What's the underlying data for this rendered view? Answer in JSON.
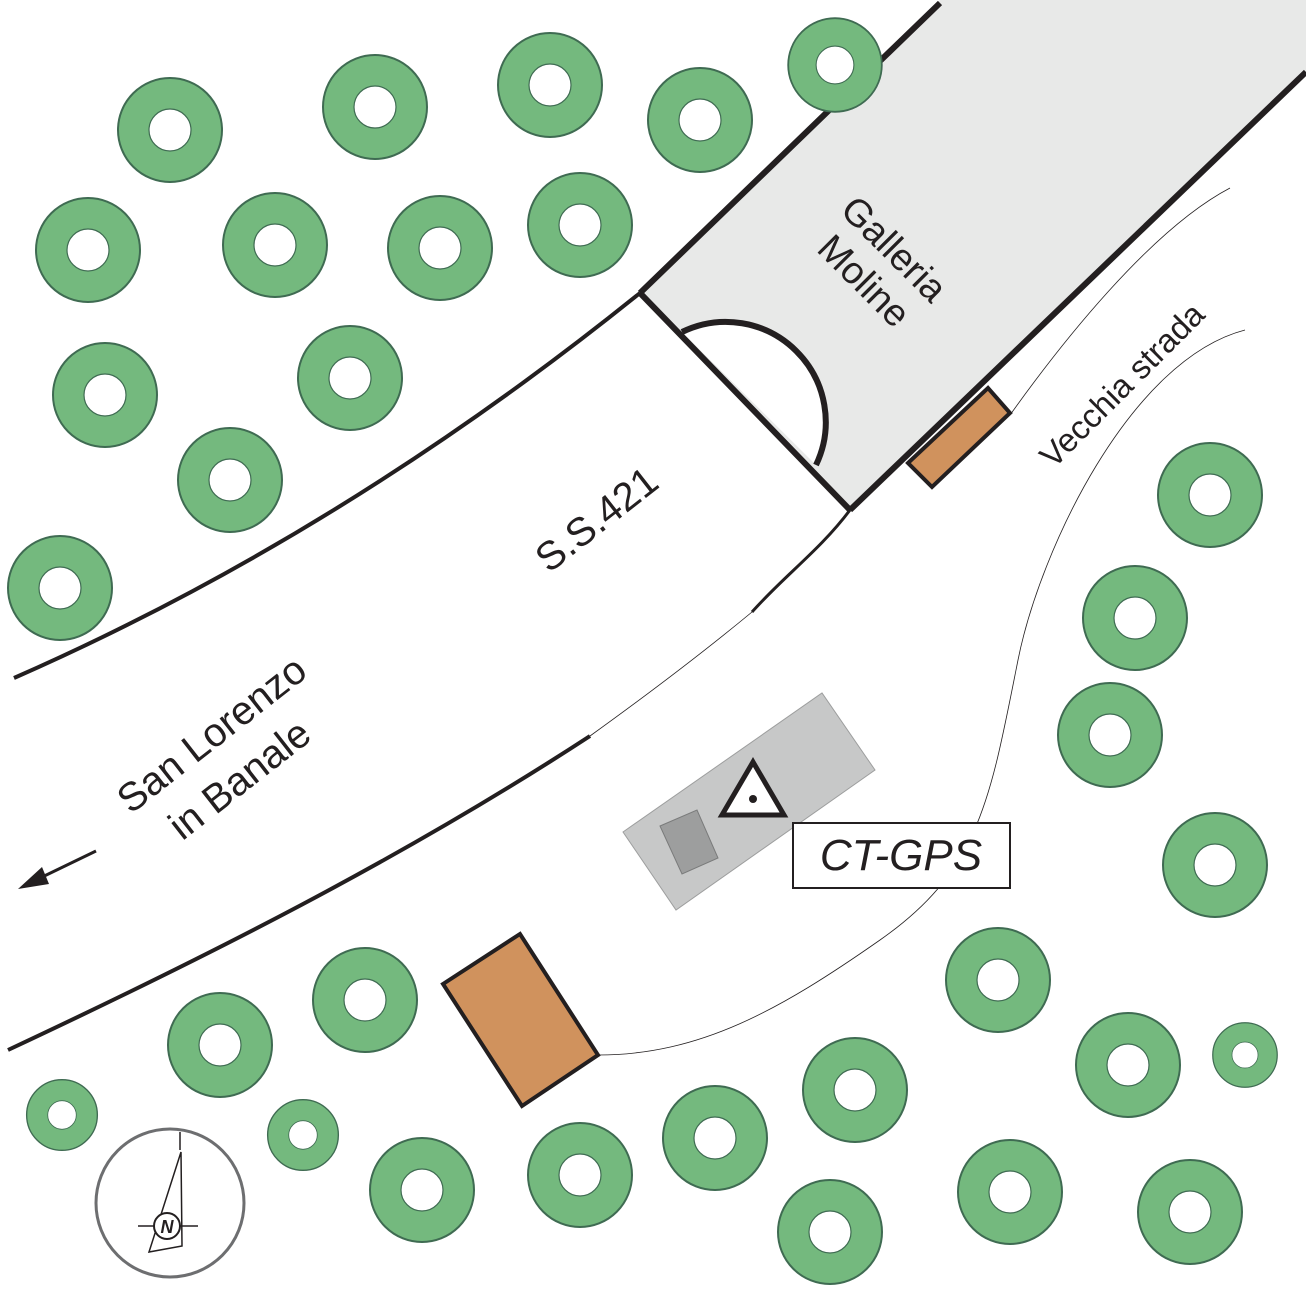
{
  "labels": {
    "tunnel": [
      "Galleria",
      "Moline"
    ],
    "road": "S.S.421",
    "old_road": "Vecchia strada",
    "destination": [
      "San Lorenzo",
      "in Banale"
    ],
    "station": "CT-GPS",
    "north": "N"
  },
  "colors": {
    "tree_fill": "#74b97e",
    "tree_stroke": "#3f6b52",
    "building": "#d0925d",
    "tunnel_fill": "#e8e9e8",
    "platform": "#c7c8c8",
    "instrument": "#9d9e9e",
    "line": "#231f20"
  },
  "icons": {
    "tree": "tree-icon",
    "station": "gps-station-triangle-icon",
    "compass": "north-compass-icon",
    "arrow": "direction-arrow-icon"
  }
}
